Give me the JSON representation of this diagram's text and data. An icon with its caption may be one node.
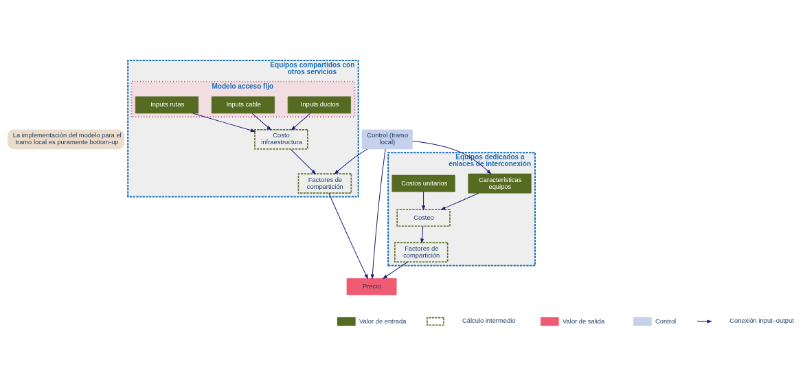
{
  "diagram": {
    "nodes": [
      {
        "text": [
          "La implementación del modelo para el tramo local es puramente bottom-up"
        ]
      },
      {
        "text": [
          "Control (tramo local)"
        ]
      },
      {
        "text": [
          "Equipos compartidos con otros servicios"
        ]
      },
      {
        "text": [
          "Modelo acceso fijo"
        ],
        "in": 2
      },
      {
        "text": [
          "Inputs ductos"
        ],
        "in": 3
      },
      {
        "text": [
          "Inputs cable"
        ],
        "in": 3
      },
      {
        "text": [
          "Inputs rutas"
        ],
        "in": 3
      },
      {
        "text": [
          "Costo infraestructura"
        ],
        "in": 2
      },
      {
        "text": [
          "Factores de compartición"
        ],
        "in": 2
      },
      {
        "text": [
          "Equipos dedicados a enlaces de interconexión"
        ]
      },
      {
        "text": [
          "Características equipos"
        ],
        "in": 9
      },
      {
        "text": [
          "Costeo"
        ],
        "in": 9
      },
      {
        "text": [
          "Costos unitarios"
        ],
        "in": 9
      },
      {
        "text": [
          "Factores de compartición"
        ],
        "in": 9
      },
      {
        "text": [
          "Precio"
        ]
      }
    ],
    "edges": [
      {
        "from": 4,
        "to": 7,
        "arrow": "to"
      },
      {
        "from": 5,
        "to": 7,
        "arrow": "to"
      },
      {
        "from": 6,
        "to": 7,
        "arrow": "to"
      },
      {
        "from": 7,
        "to": 8,
        "arrow": "to"
      },
      {
        "from": 1,
        "to": 8,
        "arrow": "to"
      },
      {
        "from": 1,
        "to": 10,
        "arrow": "to"
      },
      {
        "from": 1,
        "to": 14,
        "arrow": "to"
      },
      {
        "from": 10,
        "to": 11,
        "arrow": "to"
      },
      {
        "from": 12,
        "to": 11,
        "arrow": "to"
      },
      {
        "from": 11,
        "to": 13,
        "arrow": "to"
      },
      {
        "from": 8,
        "to": 14,
        "arrow": "to"
      },
      {
        "from": 13,
        "to": 14,
        "arrow": "to"
      }
    ],
    "legend": [
      {
        "text": "Valor de entrada",
        "color": "#556b22"
      },
      {
        "text": "Cálculo intermedio"
      },
      {
        "text": "Valor de salida",
        "color": "#f05b74"
      },
      {
        "text": "Control",
        "color": "#c5d0ea"
      },
      {
        "text": "Conexión input–output"
      }
    ]
  }
}
